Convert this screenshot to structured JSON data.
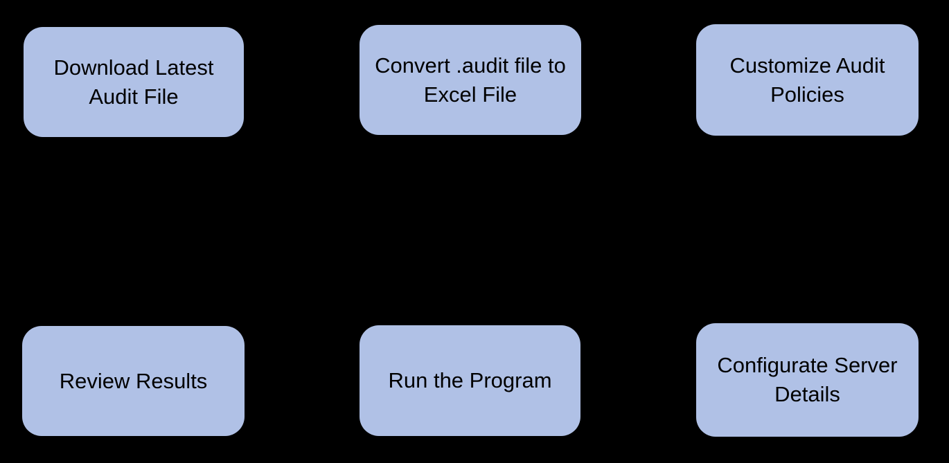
{
  "diagram": {
    "type": "flowchart",
    "colors": {
      "background": "#000000",
      "node_fill": "#b0c1e6",
      "node_text": "#000000"
    },
    "nodes": [
      {
        "id": "download-latest-audit-file",
        "label": "Download Latest\nAudit File"
      },
      {
        "id": "convert-audit-to-excel",
        "label": "Convert .audit file to\nExcel File"
      },
      {
        "id": "customize-audit-policies",
        "label": "Customize Audit\nPolicies"
      },
      {
        "id": "review-results",
        "label": "Review Results"
      },
      {
        "id": "run-the-program",
        "label": "Run the Program"
      },
      {
        "id": "configurate-server-details",
        "label": "Configurate Server\nDetails"
      }
    ]
  }
}
